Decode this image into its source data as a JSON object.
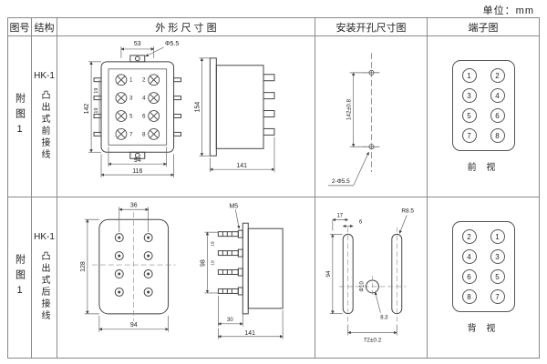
{
  "page": {
    "unit_label": "单位：mm"
  },
  "headers": {
    "fig_no": "图号",
    "structure": "结构",
    "outline": "外 形 尺 寸 图",
    "mounting": "安装开孔尺寸图",
    "terminal": "端子图"
  },
  "rows": [
    {
      "fig_no": "附图1",
      "model": "HK-1",
      "structure_desc": "凸出式前接线",
      "outline": {
        "dim_top": "53",
        "dim_hole": "Φ5.5",
        "dim_height": "142",
        "dim_pitch": "19",
        "dim_inner_width": "94",
        "dim_width": "116",
        "side_height": "154",
        "side_depth": "141",
        "terminals": [
          "1",
          "2",
          "3",
          "4",
          "5",
          "6",
          "7",
          "8"
        ]
      },
      "mounting": {
        "dim_span": "142±0.8",
        "dim_holes": "2-Φ5.5"
      },
      "terminal_view": {
        "numbers": [
          "1",
          "2",
          "3",
          "4",
          "5",
          "6",
          "7",
          "8"
        ],
        "label": "前 视"
      }
    },
    {
      "fig_no": "附图1",
      "model": "HK-1",
      "structure_desc": "凸出式后接线",
      "outline": {
        "dim_top": "36",
        "dim_height": "128",
        "dim_width": "94",
        "dim_stud": "M5",
        "side_height": "98",
        "dim_pitch": "19",
        "dim_stud_len": "30",
        "side_depth": "141"
      },
      "mounting": {
        "dim_offset": "17",
        "dim_slot_w": "6",
        "dim_radius": "R8.5",
        "dim_slot_len": "94",
        "dim_hole": "Φ10",
        "dim_hole2": "8.3",
        "dim_span": "72±0.2"
      },
      "terminal_view": {
        "numbers": [
          "2",
          "1",
          "4",
          "3",
          "6",
          "5",
          "8",
          "7"
        ],
        "label": "背 视"
      }
    }
  ]
}
